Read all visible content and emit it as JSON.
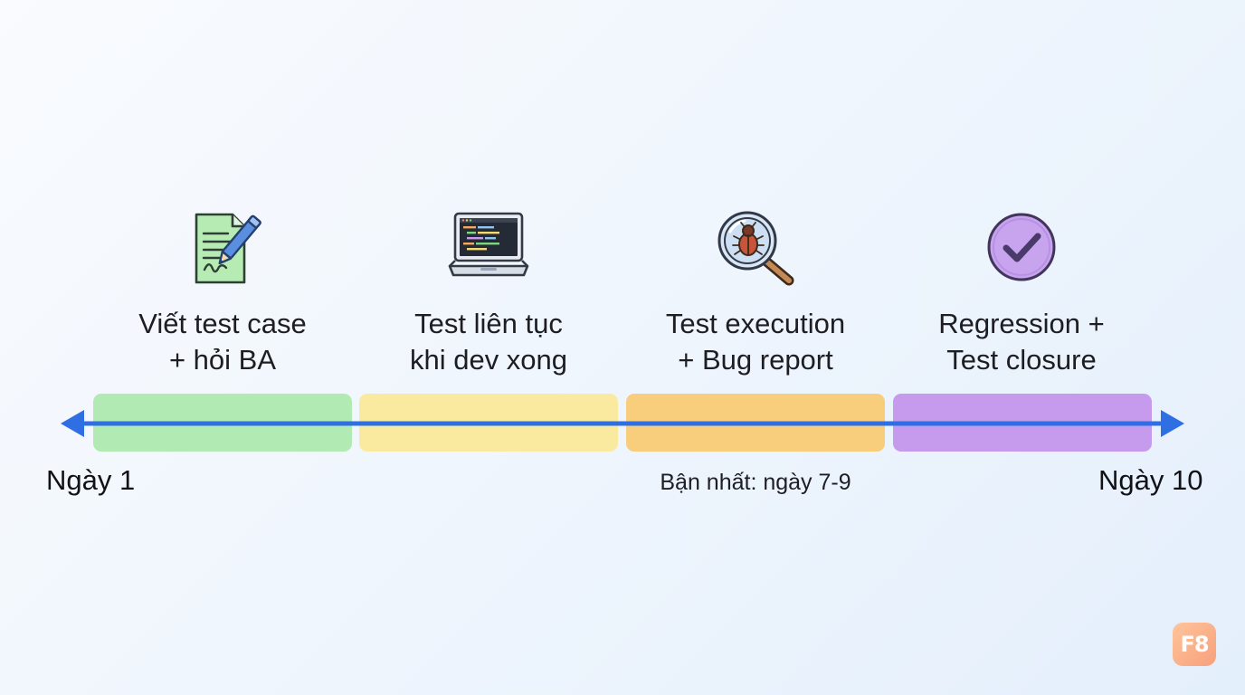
{
  "phases": [
    {
      "label_line1": "Viết test case",
      "label_line2": "+ hỏi BA",
      "icon": "document-pencil-icon",
      "color": "#b2eab3"
    },
    {
      "label_line1": "Test liên tục",
      "label_line2": "khi dev xong",
      "icon": "laptop-code-icon",
      "color": "#faeaa0"
    },
    {
      "label_line1": "Test execution",
      "label_line2": "+ Bug report",
      "icon": "magnifier-bug-icon",
      "color": "#f8cd7c"
    },
    {
      "label_line1": "Regression +",
      "label_line2": "Test closure",
      "icon": "check-circle-icon",
      "color": "#c69bee"
    }
  ],
  "axis": {
    "start_label": "Ngày 1",
    "end_label": "Ngày 10",
    "peak_label": "Bận nhất: ngày 7-9",
    "color": "#2f6fe4"
  },
  "logo": {
    "text": "F8"
  }
}
